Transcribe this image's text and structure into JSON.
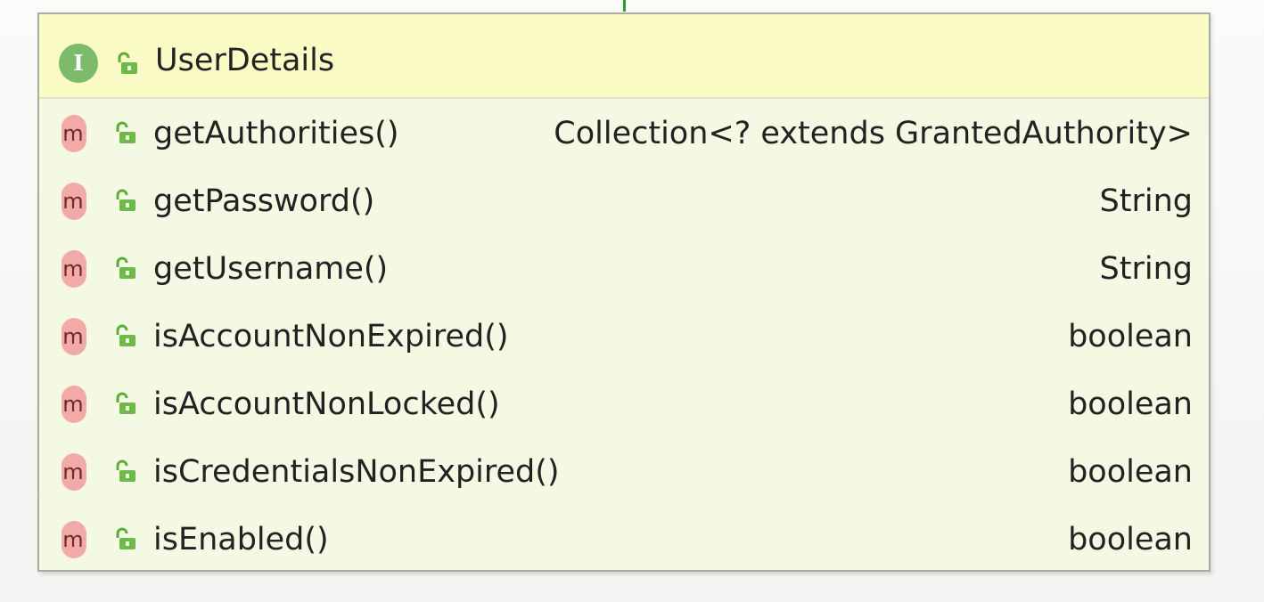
{
  "diagram": {
    "class_name": "UserDetails",
    "class_kind_letter": "I",
    "class_kind_icon": "interface-icon",
    "visibility_icon": "public-visibility-icon",
    "method_icon_letter": "m",
    "colors": {
      "header_background": "#fbfbc6",
      "body_background": "#f4f9e4",
      "interface_icon": "#7bbb6a",
      "method_icon": "#f1aaa5",
      "visibility_icon": "#5fae3a",
      "connector": "#2e9a2e"
    },
    "methods": [
      {
        "name": "getAuthorities()",
        "return_type": "Collection<? extends GrantedAuthority>"
      },
      {
        "name": "getPassword()",
        "return_type": "String"
      },
      {
        "name": "getUsername()",
        "return_type": "String"
      },
      {
        "name": "isAccountNonExpired()",
        "return_type": "boolean"
      },
      {
        "name": "isAccountNonLocked()",
        "return_type": "boolean"
      },
      {
        "name": "isCredentialsNonExpired()",
        "return_type": "boolean"
      },
      {
        "name": "isEnabled()",
        "return_type": "boolean"
      }
    ]
  }
}
